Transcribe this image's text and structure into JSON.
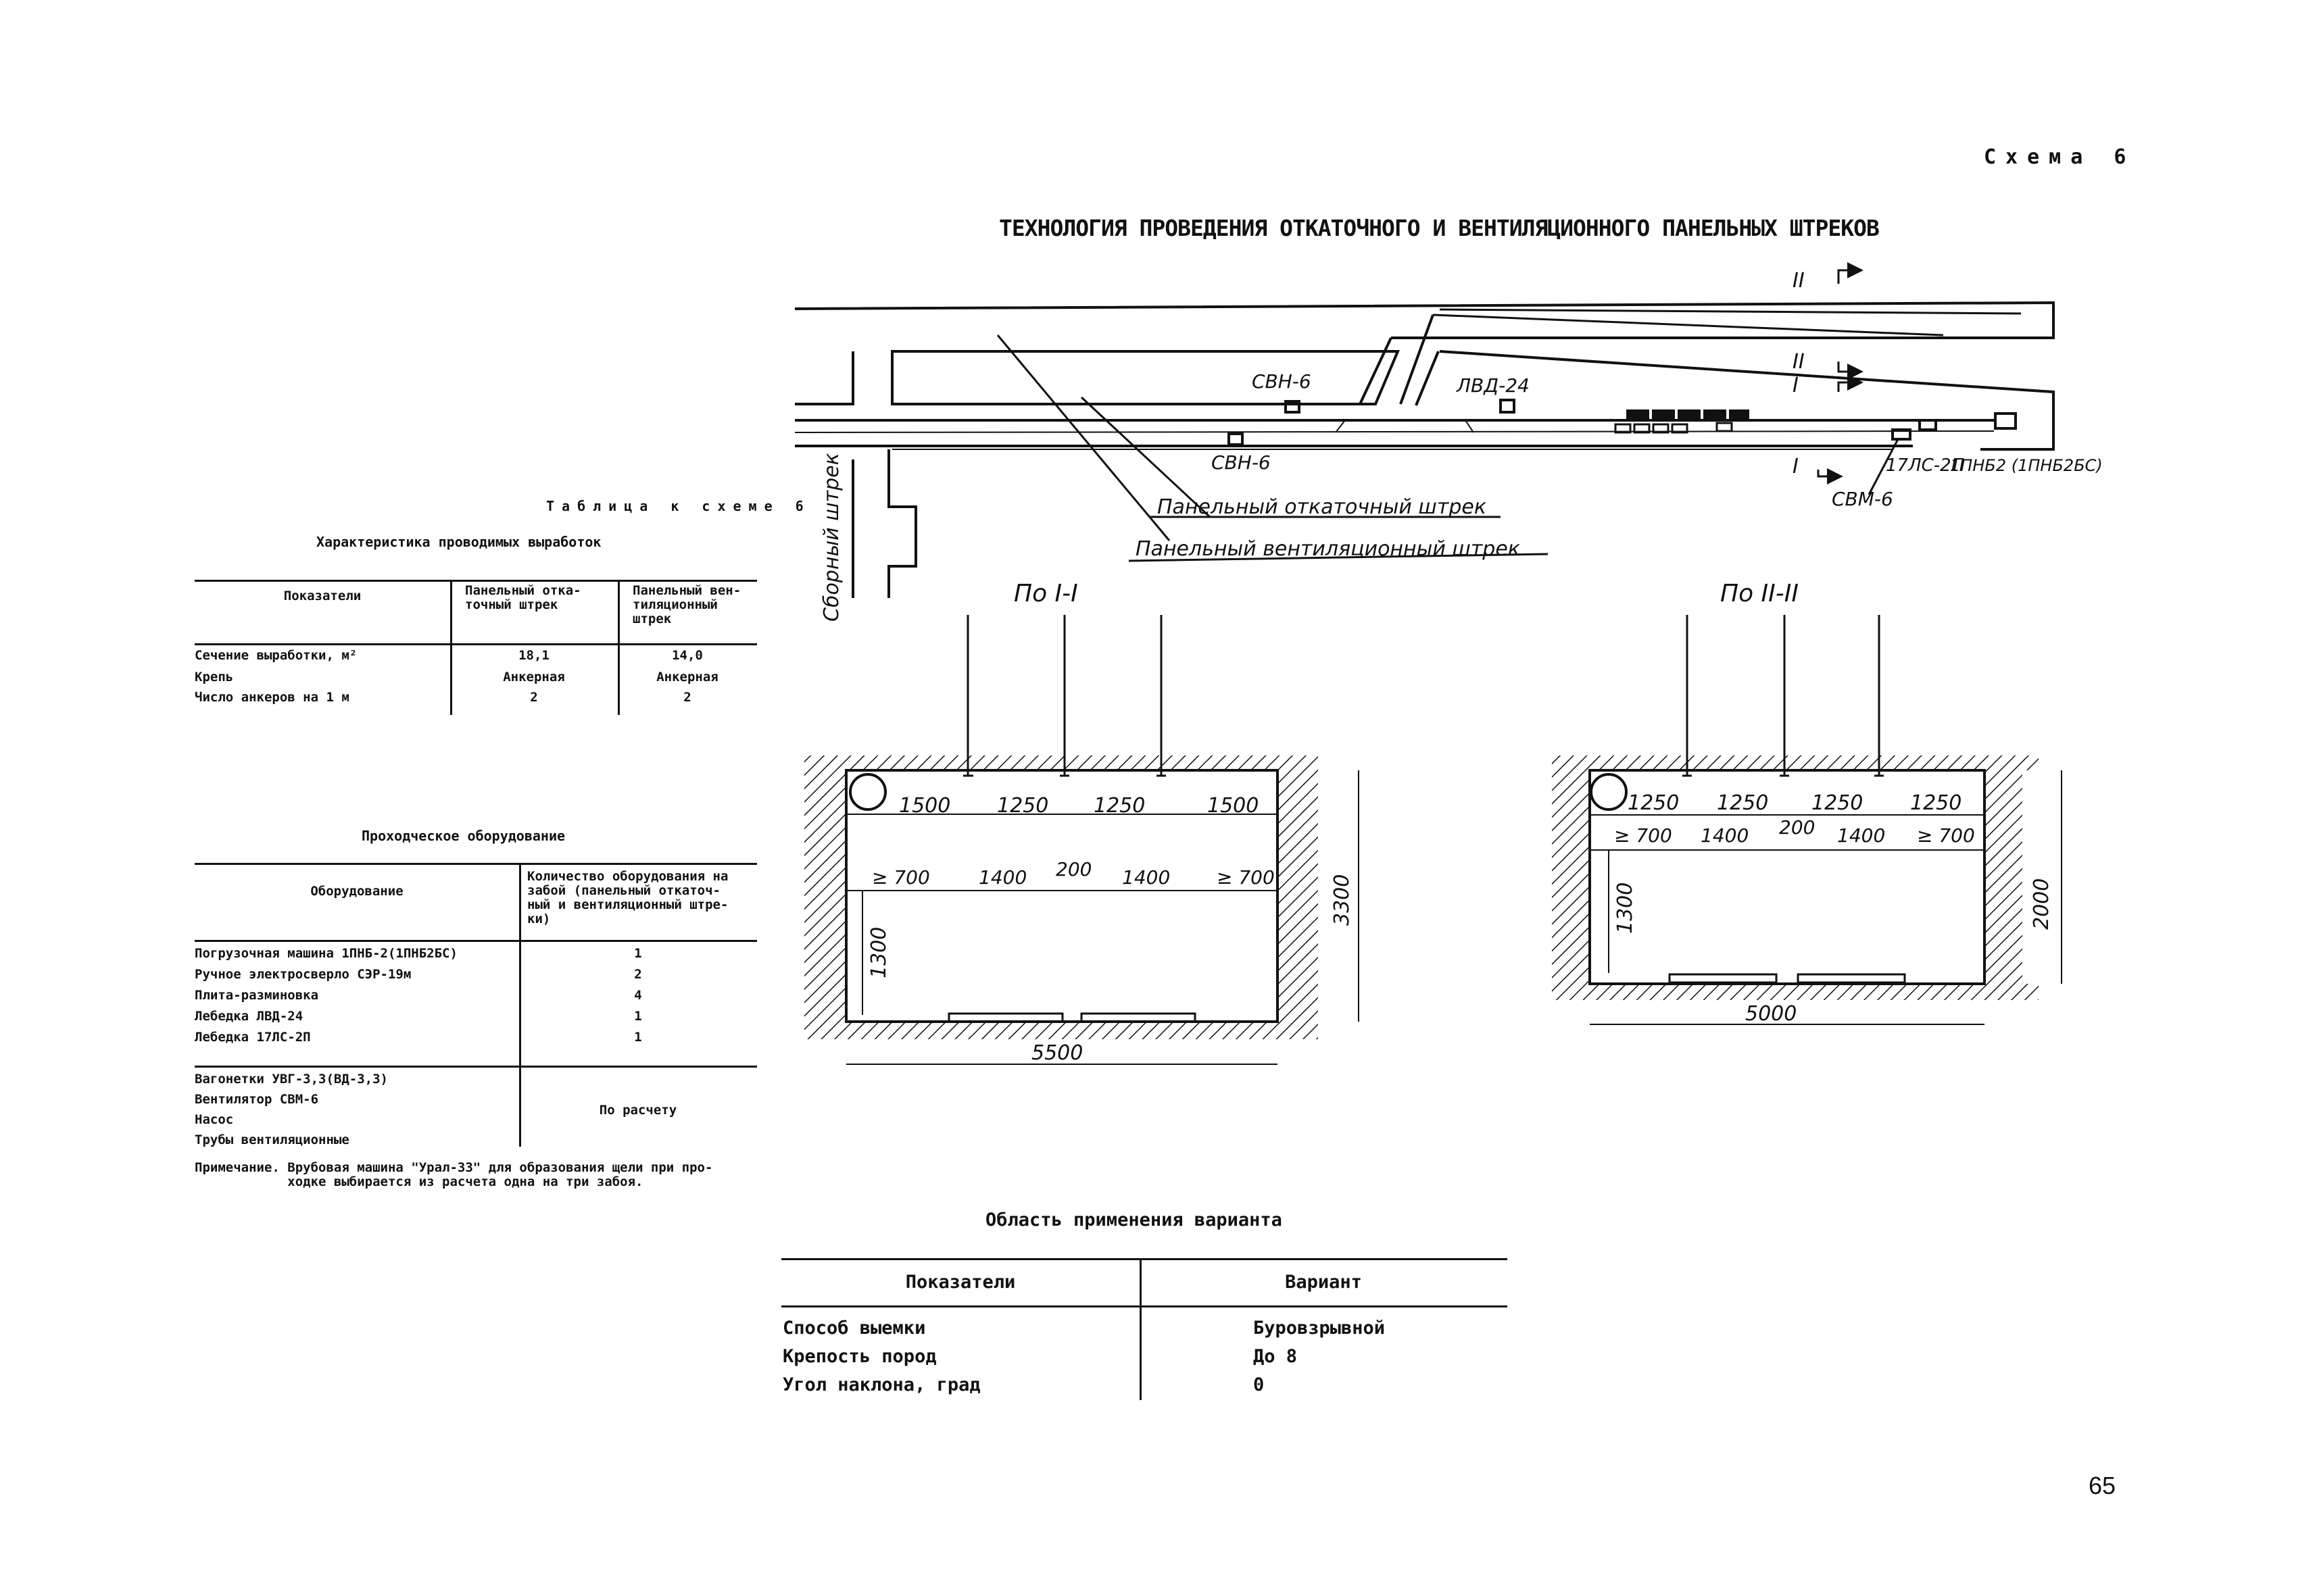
{
  "page": {
    "scheme_label": "Схема 6",
    "title": "ТЕХНОЛОГИЯ ПРОВЕДЕНИЯ ОТКАТОЧНОГО И ВЕНТИЛЯЦИОННОГО ПАНЕЛЬНЫХ ШТРЕКОВ",
    "page_number": "65"
  },
  "table1": {
    "caption": "Таблица к схеме 6",
    "title": "Характеристика проводимых выработок",
    "headers": [
      "Показатели",
      "Панельный отка-\nточный штрек",
      "Панельный вен-\nтиляционный\nштрек"
    ],
    "rows": [
      {
        "label": "Сечение выработки, м²",
        "v1": "18,1",
        "v2": "14,0"
      },
      {
        "label": "Крепь",
        "v1": "Анкерная",
        "v2": "Анкерная"
      },
      {
        "label": "Число анкеров на 1 м",
        "v1": "2",
        "v2": "2"
      }
    ]
  },
  "table2": {
    "title": "Проходческое оборудование",
    "headers": [
      "Оборудование",
      "Количество оборудования на\nзабой (панельный откаточ-\nный и вентиляционный штре-\nки)"
    ],
    "rows": [
      {
        "name": "Погрузочная машина 1ПНБ-2(1ПНБ2БС)",
        "qty": "1"
      },
      {
        "name": "Ручное электросверло СЭР-19м",
        "qty": "2"
      },
      {
        "name": "Плита-разминовка",
        "qty": "4"
      },
      {
        "name": "Лебедка ЛВД-24",
        "qty": "1"
      },
      {
        "name": "Лебедка 17ЛС-2П",
        "qty": "1"
      }
    ],
    "group_rows": [
      "Вагонетки УВГ-3,3(ВД-3,3)",
      "Вентилятор СВМ-6",
      "Насос",
      "Трубы вентиляционные"
    ],
    "group_qty": "По расчету",
    "note": "Примечание. Врубовая машина \"Урал-33\" для образования щели при про-\n            ходке выбирается из расчета одна на три забоя."
  },
  "table3": {
    "title": "Область применения варианта",
    "headers": [
      "Показатели",
      "Вариант"
    ],
    "rows": [
      {
        "label": "Способ выемки",
        "value": "Буровзрывной"
      },
      {
        "label": "Крепость пород",
        "value": "До 8"
      },
      {
        "label": "Угол наклона, град",
        "value": "0"
      }
    ]
  },
  "plan": {
    "labels": {
      "svn_top": "СВН-6",
      "lvd": "ЛВД-24",
      "svn_low": "СВН-6",
      "ls": "17ЛС-2П",
      "pnb": "1ПНБ2 (1ПНБ2БС)",
      "svm": "СВМ-6",
      "haulage": "Панельный откаточный штрек",
      "vent": "Панельный вентиляционный штрек",
      "collector": "Сборный штрек",
      "sec2_top": "II",
      "sec2_mid": "II",
      "sec1_mid": "I",
      "sec1_low": "I"
    }
  },
  "section1": {
    "title": "По I-I",
    "top_dims": [
      "1500",
      "1250",
      "1250",
      "1500"
    ],
    "mid_dims": [
      "≥ 700",
      "1400",
      "200",
      "1400",
      "≥ 700"
    ],
    "left_dim": "1300",
    "right_dim": "3300",
    "bottom_dim": "5500"
  },
  "section2": {
    "title": "По II-II",
    "top_dims": [
      "1250",
      "1250",
      "1250",
      "1250"
    ],
    "mid_dims": [
      "≥ 700",
      "1400",
      "200",
      "1400",
      "≥ 700"
    ],
    "left_dim": "1300",
    "right_dim": "2000",
    "bottom_dim": "5000"
  }
}
